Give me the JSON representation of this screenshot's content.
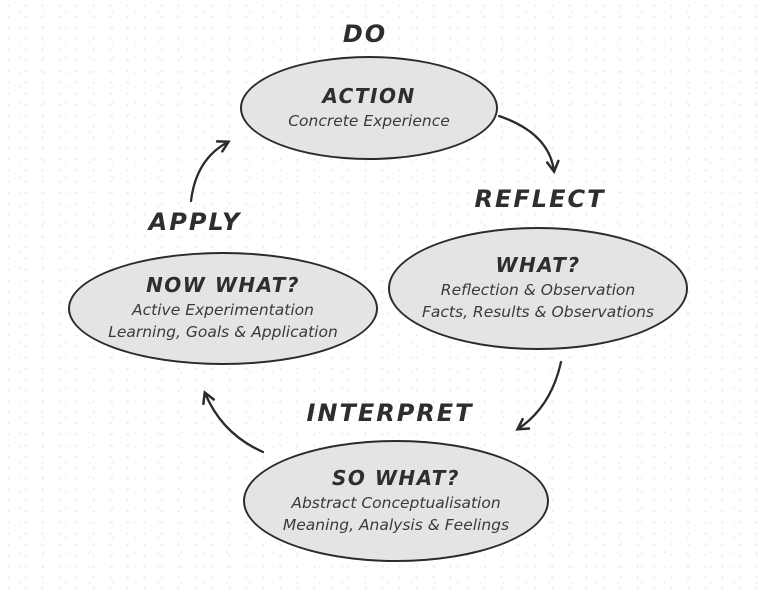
{
  "diagram": {
    "type": "cycle",
    "colors": {
      "ellipse_fill": "#e4e4e4",
      "line": "#2b2b2b",
      "text": "#2e2e2e",
      "background": "#ffffff",
      "dot_pattern": "#ededed"
    },
    "nodes": [
      {
        "stage": "DO",
        "heading": "ACTION",
        "lines": [
          "Concrete Experience"
        ]
      },
      {
        "stage": "REFLECT",
        "heading": "WHAT?",
        "lines": [
          "Reflection & Observation",
          "Facts, Results & Observations"
        ]
      },
      {
        "stage": "INTERPRET",
        "heading": "SO WHAT?",
        "lines": [
          "Abstract Conceptualisation",
          "Meaning, Analysis & Feelings"
        ]
      },
      {
        "stage": "APPLY",
        "heading": "NOW WHAT?",
        "lines": [
          "Active Experimentation",
          "Learning, Goals & Application"
        ]
      }
    ],
    "arrows": [
      {
        "from": "DO",
        "to": "REFLECT"
      },
      {
        "from": "REFLECT",
        "to": "INTERPRET"
      },
      {
        "from": "INTERPRET",
        "to": "APPLY"
      },
      {
        "from": "APPLY",
        "to": "DO"
      }
    ]
  }
}
